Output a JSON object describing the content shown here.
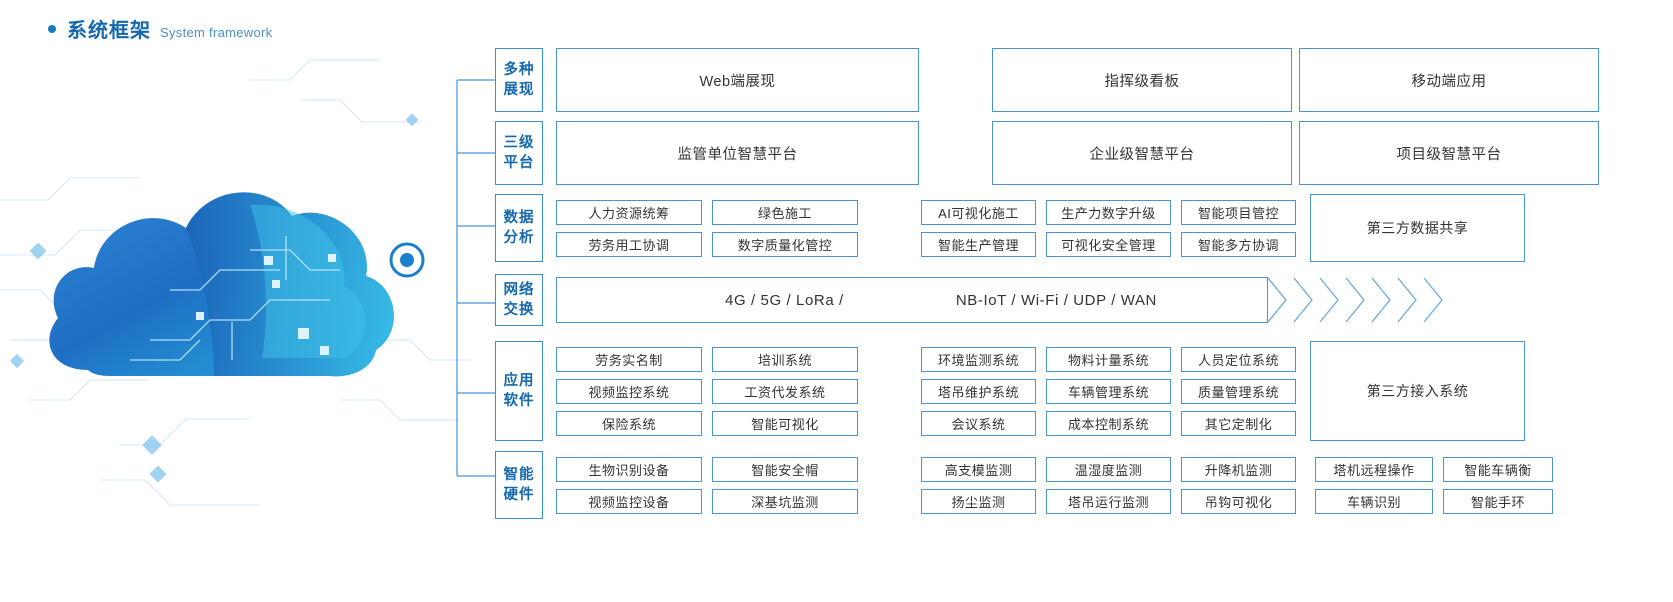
{
  "heading": {
    "bullet": "bullet-dot",
    "title_cn": "系统框架",
    "title_en": "System framework"
  },
  "artwork": {
    "name": "cloud-network-illustration",
    "accent": "#1b7fd0",
    "node_label": "cloud-node"
  },
  "colors": {
    "heading_blue": "#1668ad",
    "border_blue": "#4a93d4",
    "label_blue": "#3b8ed0",
    "text": "#333333"
  },
  "diagram": {
    "rows": [
      {
        "label_lines": [
          "多种",
          "展现"
        ],
        "key": "display",
        "type": "wide",
        "boxes": [
          "Web端展现",
          "指挥级看板",
          "移动端应用"
        ]
      },
      {
        "label_lines": [
          "三级",
          "平台"
        ],
        "key": "platform",
        "type": "wide",
        "boxes": [
          "监管单位智慧平台",
          "企业级智慧平台",
          "项目级智慧平台"
        ]
      },
      {
        "label_lines": [
          "数据",
          "分析"
        ],
        "key": "data-analysis",
        "type": "cells",
        "left_cells": [
          [
            "人力资源统筹",
            "绿色施工"
          ],
          [
            "劳务用工协调",
            "数字质量化管控"
          ]
        ],
        "right_cells": [
          [
            "AI可视化施工",
            "生产力数字升级",
            "智能项目管控"
          ],
          [
            "智能生产管理",
            "可视化安全管理",
            "智能多方协调"
          ]
        ],
        "tall_box": "第三方数据共享"
      },
      {
        "label_lines": [
          "网络",
          "交换"
        ],
        "key": "network-exchange",
        "type": "network",
        "text_1": "4G / 5G / LoRa /",
        "text_2": "NB-IoT / Wi-Fi / UDP / WAN",
        "chevron_count": 7
      },
      {
        "label_lines": [
          "应用",
          "软件"
        ],
        "key": "application-software",
        "type": "cells",
        "left_cells": [
          [
            "劳务实名制",
            "培训系统"
          ],
          [
            "视频监控系统",
            "工资代发系统"
          ],
          [
            "保险系统",
            "智能可视化"
          ]
        ],
        "right_cells": [
          [
            "环境监测系统",
            "物料计量系统",
            "人员定位系统"
          ],
          [
            "塔吊维护系统",
            "车辆管理系统",
            "质量管理系统"
          ],
          [
            "会议系统",
            "成本控制系统",
            "其它定制化"
          ]
        ],
        "tall_box": "第三方接入系统"
      },
      {
        "label_lines": [
          "智能",
          "硬件"
        ],
        "key": "smart-hardware",
        "type": "cells",
        "left_cells": [
          [
            "生物识别设备",
            "智能安全帽"
          ],
          [
            "视频监控设备",
            "深基坑监测"
          ]
        ],
        "right_cells": [
          [
            "高支模监测",
            "温湿度监测",
            "升降机监测",
            "塔机远程操作",
            "智能车辆衡"
          ],
          [
            "扬尘监测",
            "塔吊运行监测",
            "吊钩可视化",
            "车辆识别",
            "智能手环"
          ]
        ],
        "tall_box": ""
      }
    ]
  }
}
